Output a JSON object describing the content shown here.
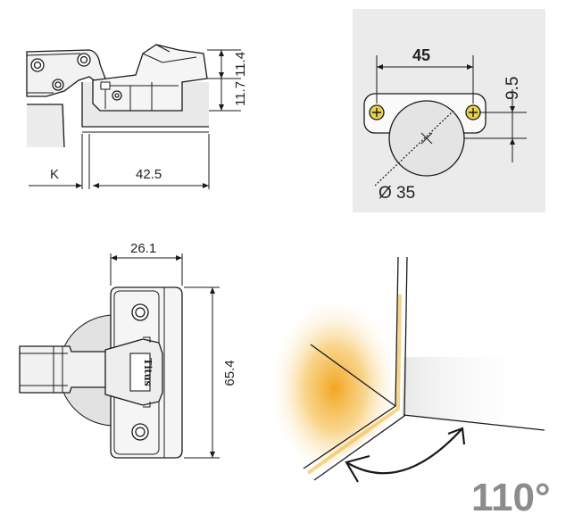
{
  "side_view": {
    "dim_height_1": "11.4",
    "dim_height_2": "11.7",
    "dim_k": "K",
    "dim_width": "42.5"
  },
  "drill_pattern": {
    "dim_spacing": "45",
    "dim_offset": "9.5",
    "dim_cup_diameter": "Ø 35"
  },
  "top_view": {
    "dim_width": "26.1",
    "dim_length": "65.4",
    "brand_logo": "Titus"
  },
  "opening": {
    "angle_label": "110°"
  },
  "colors": {
    "line": "#1a1a1a",
    "part_fill": "#f4f4f4",
    "wood_fill": "#e9e9e9",
    "panel_bg": "#ebebeb",
    "glow": "#f0a020",
    "angle_text": "#8c8c8c",
    "screw": "#e8d24a"
  }
}
